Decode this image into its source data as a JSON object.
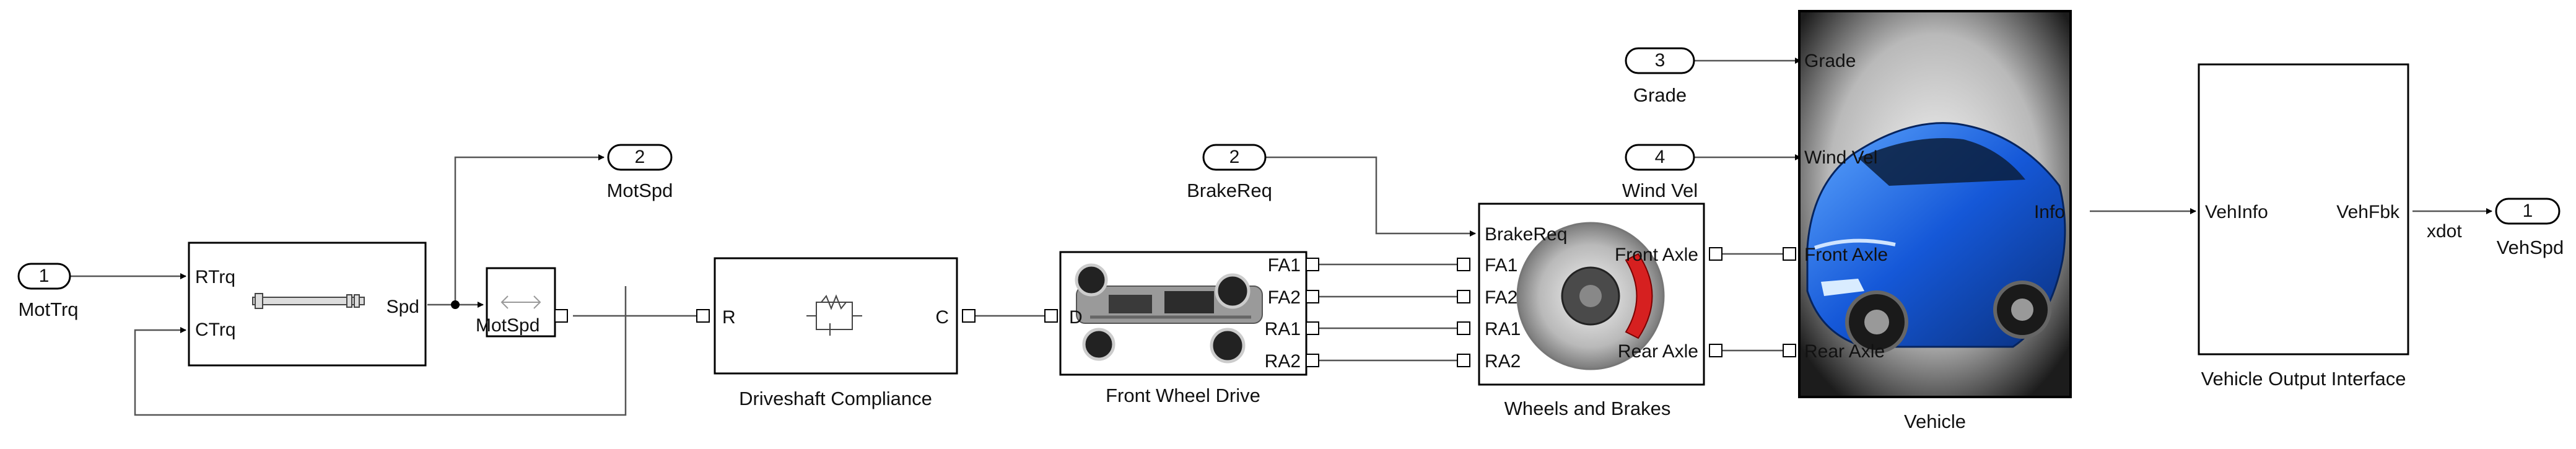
{
  "diagram": {
    "inports": {
      "motTrq": {
        "number": "1",
        "label": "MotTrq"
      },
      "brakeReq": {
        "number": "2",
        "label": "BrakeReq"
      },
      "grade": {
        "number": "3",
        "label": "Grade"
      },
      "windVel": {
        "number": "4",
        "label": "Wind Vel"
      }
    },
    "outports": {
      "motSpd": {
        "number": "2",
        "label": "MotSpd"
      },
      "vehSpd": {
        "number": "1",
        "label": "VehSpd"
      }
    },
    "blocks": {
      "motor": {
        "ports": [
          "RTrq",
          "CTrq",
          "Spd"
        ]
      },
      "driveshaft": {
        "title": "Driveshaft Compliance",
        "ports": [
          "R",
          "C"
        ]
      },
      "fwd": {
        "title": "Front Wheel Drive",
        "ports": [
          "D",
          "FA1",
          "FA2",
          "RA1",
          "RA2"
        ]
      },
      "wheels": {
        "title": "Wheels and Brakes",
        "ports": [
          "BrakeReq",
          "FA1",
          "FA2",
          "RA1",
          "RA2",
          "Front Axle",
          "Rear Axle"
        ]
      },
      "vehicle": {
        "title": "Vehicle",
        "ports": [
          "Grade",
          "Wind Vel",
          "Front Axle",
          "Rear Axle",
          "Info"
        ]
      },
      "voi": {
        "title": "Vehicle Output Interface",
        "ports": [
          "VehInfo",
          "VehFbk"
        ]
      }
    },
    "signals": {
      "motSpd": "MotSpd",
      "xdot": "xdot"
    }
  }
}
